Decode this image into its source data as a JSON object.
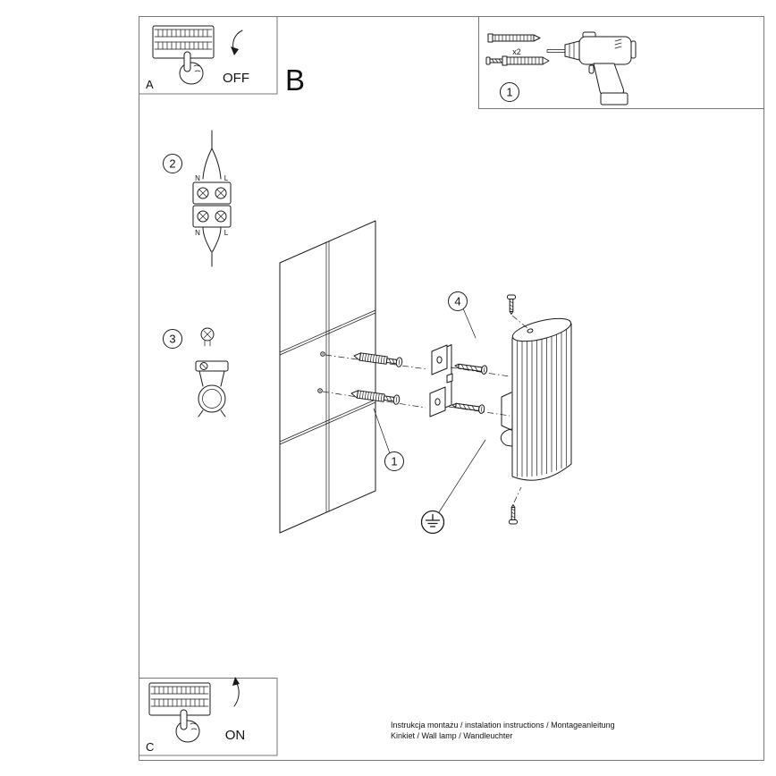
{
  "page": {
    "bg_color": "#ffffff",
    "line_color": "#1a1a1a"
  },
  "panel_a": {
    "label": "A",
    "switch_label": "OFF"
  },
  "panel_b": {
    "label": "B"
  },
  "panel_c": {
    "label": "C",
    "switch_label": "ON"
  },
  "parts_box": {
    "step_number": "1",
    "anchor_quantity": "x2"
  },
  "step2": {
    "number": "2",
    "n_top": "N",
    "l_top": "L",
    "n_bottom": "N",
    "l_bottom": "L"
  },
  "step3": {
    "number": "3"
  },
  "main_diagram": {
    "step4_number": "4",
    "step1_number": "1"
  },
  "footer": {
    "line1": "Instrukcja montażu / instalation instructions / Montageanleitung",
    "line2": "Kinkiet / Wall lamp / Wandleuchter"
  }
}
